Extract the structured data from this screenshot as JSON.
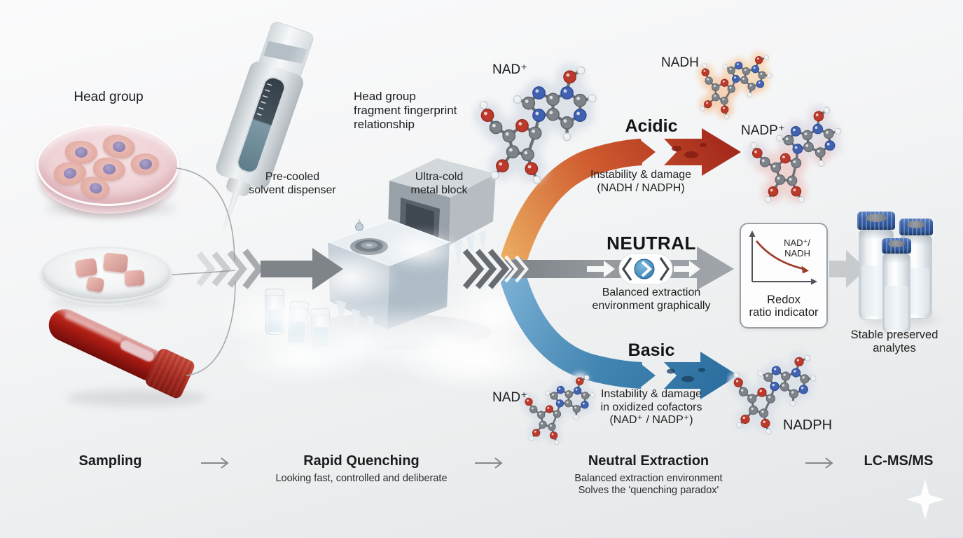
{
  "canvas": {
    "bg_top": "#fafbfc",
    "bg_bottom": "#e3e6e8"
  },
  "labels": {
    "head_group": "Head group",
    "fragment_line1": "Head group",
    "fragment_line2": "fragment fingerprint",
    "fragment_line3": "relationship",
    "dispenser_line1": "Pre-cooled",
    "dispenser_line2": "solvent dispenser",
    "block_line1": "Ultra-cold",
    "block_line2": "metal block"
  },
  "pathways": {
    "acidic": {
      "title": "Acidic",
      "cap1": "Instability & damage",
      "cap2": "(NADH / NADPH)",
      "color_start": "#ECAE62",
      "color_mid": "#CE5A2E",
      "color_end": "#A3271C"
    },
    "neutral": {
      "title": "NEUTRAL",
      "cap1": "Balanced extraction",
      "cap2": "environment graphically",
      "color": "#94999E",
      "droplet_color": "#2E78AC"
    },
    "basic": {
      "title": "Basic",
      "cap1": "Instability & damage",
      "cap2": "in oxidized cofactors",
      "cap3": "(NAD⁺ / NADP⁺)",
      "color_start": "#7BB0D4",
      "color_mid": "#4285B2",
      "color_end": "#2A6D9E"
    }
  },
  "molecules": [
    {
      "label": "NAD⁺",
      "blob": "#dde2e9",
      "blob2": "#dde2e9"
    },
    {
      "label": "NADH",
      "blob": "#f6dcc0",
      "blob2": "#f5d2b6"
    },
    {
      "label": "NADP⁺",
      "blob": "#e2e0e7",
      "blob2": "#eed3d1"
    },
    {
      "label": "NAD⁺",
      "blob": "#dde2e9",
      "blob2": "#dde2e9"
    },
    {
      "label": "NADPH",
      "blob": "#dde2e9",
      "blob2": "#dde2e9"
    }
  ],
  "redox": {
    "ratio1": "NAD⁺/",
    "ratio2": "NADH",
    "cap1": "Redox",
    "cap2": "ratio indicator",
    "curve_color": "#9C3C2B"
  },
  "output": {
    "cap1": "Stable preserved",
    "cap2": "analytes",
    "vial_cap_color": "#3A62AC"
  },
  "steps": [
    {
      "title": "Sampling",
      "sub1": "",
      "sub2": ""
    },
    {
      "title": "Rapid Quenching",
      "sub1": "Looking fast, controlled and deliberate",
      "sub2": ""
    },
    {
      "title": "Neutral Extraction",
      "sub1": "Balanced extraction environment",
      "sub2": "Solves the 'quenching paradox'"
    },
    {
      "title": "LC-MS/MS",
      "sub1": "",
      "sub2": ""
    }
  ]
}
